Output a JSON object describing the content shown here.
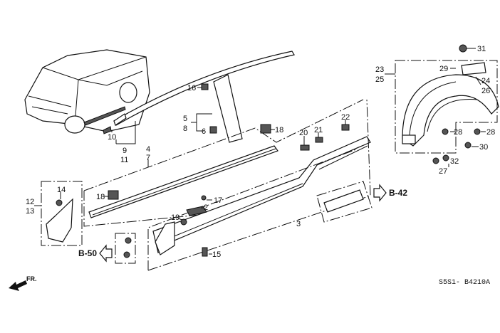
{
  "diagram": {
    "code": "S5S1- B4210A",
    "front_indicator": "FR.",
    "refs": {
      "b42": "B-42",
      "b50": "B-50"
    },
    "labels": {
      "p31": "31",
      "p23": "23",
      "p25": "25",
      "p29": "29",
      "p24": "24",
      "p26": "26",
      "p28a": "28",
      "p28b": "28",
      "p30": "30",
      "p32": "32",
      "p27": "27",
      "p22": "22",
      "p21": "21",
      "p20": "20",
      "p3": "3",
      "p16": "16",
      "p5": "5",
      "p8": "8",
      "p6": "6",
      "p18a": "18",
      "p10": "10",
      "p9": "9",
      "p11": "11",
      "p4": "4",
      "p7": "7",
      "p14": "14",
      "p12": "12",
      "p13": "13",
      "p18b": "18",
      "p17": "17",
      "p2": "2",
      "p19": "19",
      "p15": "15"
    }
  }
}
